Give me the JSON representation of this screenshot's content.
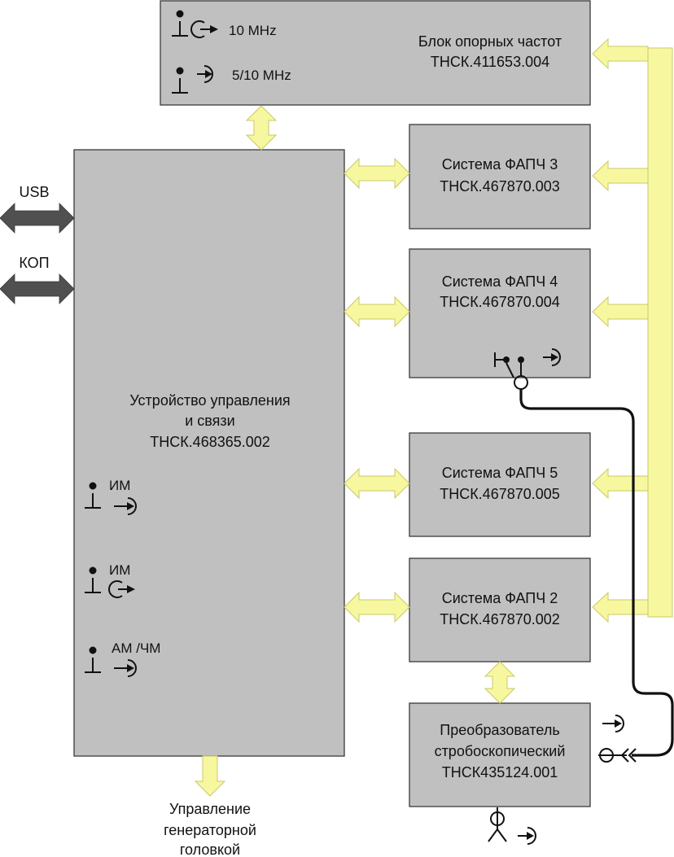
{
  "blocks": {
    "reference": {
      "line1": "Блок опорных частот",
      "line2": "ТНСК.411653.004"
    },
    "control": {
      "line1": "Устройство управления",
      "line2": "и связи",
      "line3": "ТНСК.468365.002"
    },
    "pll3": {
      "line1": "Система ФАПЧ 3",
      "line2": "ТНСК.467870.003"
    },
    "pll4": {
      "line1": "Система ФАПЧ 4",
      "line2": "ТНСК.467870.004"
    },
    "pll5": {
      "line1": "Система ФАПЧ 5",
      "line2": "ТНСК.467870.005"
    },
    "pll2": {
      "line1": "Система ФАПЧ 2",
      "line2": "ТНСК.467870.002"
    },
    "converter": {
      "line1": "Преобразователь",
      "line2": "стробоскопический",
      "line3": "ТНСК435124.001"
    }
  },
  "ports": {
    "out_10mhz": "10 MHz",
    "in_5_10mhz": "5/10 MHz",
    "im_in": "ИМ",
    "im_out": "ИМ",
    "am_fm_in": "АМ /ЧМ"
  },
  "interfaces": {
    "usb": "USB",
    "kop": "КОП"
  },
  "output": {
    "line1": "Управление",
    "line2": "генераторной",
    "line3": "головкой"
  }
}
